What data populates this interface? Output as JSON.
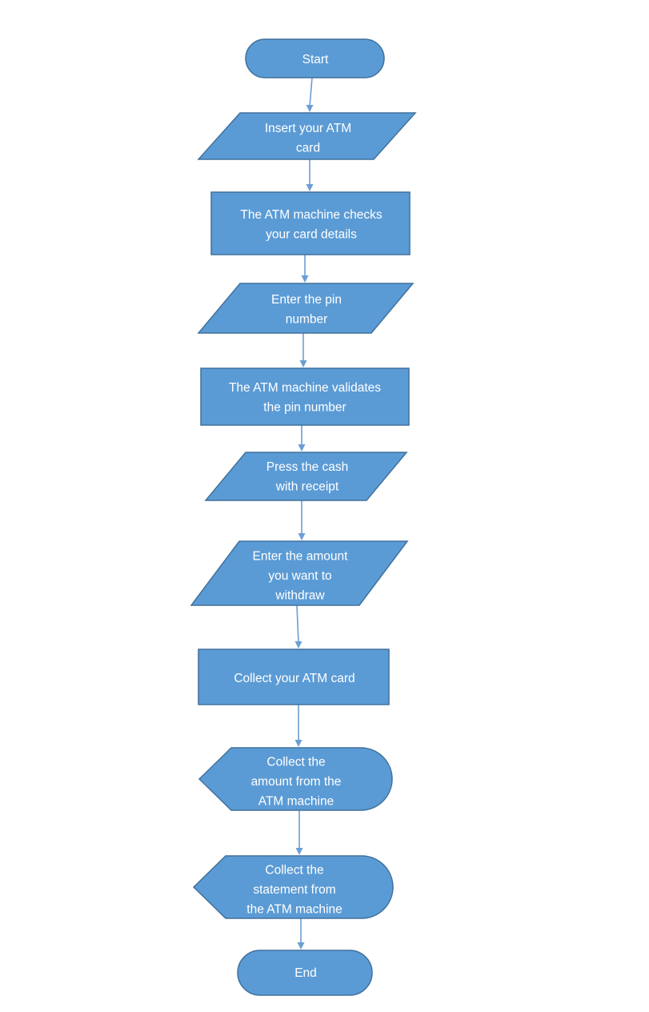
{
  "nodes": [
    {
      "id": "start",
      "shape": "terminator",
      "lines": [
        "Start"
      ]
    },
    {
      "id": "insert-card",
      "shape": "input-output",
      "lines": [
        "Insert your ATM",
        "card"
      ]
    },
    {
      "id": "check-card",
      "shape": "process",
      "lines": [
        "The ATM machine checks",
        "your card details"
      ]
    },
    {
      "id": "enter-pin",
      "shape": "input-output",
      "lines": [
        "Enter the pin",
        "number"
      ]
    },
    {
      "id": "validate-pin",
      "shape": "process",
      "lines": [
        "The ATM machine validates",
        "the pin number"
      ]
    },
    {
      "id": "press-cash",
      "shape": "input-output",
      "lines": [
        "Press the cash",
        "with receipt"
      ]
    },
    {
      "id": "enter-amount",
      "shape": "input-output",
      "lines": [
        "Enter the amount",
        "you want to",
        "withdraw"
      ]
    },
    {
      "id": "collect-card",
      "shape": "process",
      "lines": [
        "Collect your ATM card"
      ]
    },
    {
      "id": "collect-amount",
      "shape": "display",
      "lines": [
        "Collect the",
        "amount from the",
        "ATM machine"
      ]
    },
    {
      "id": "collect-statement",
      "shape": "display",
      "lines": [
        "Collect the",
        "statement from",
        "the ATM machine"
      ]
    },
    {
      "id": "end",
      "shape": "terminator",
      "lines": [
        "End"
      ]
    }
  ],
  "edges": [
    {
      "from": "start",
      "to": "insert-card"
    },
    {
      "from": "insert-card",
      "to": "check-card"
    },
    {
      "from": "check-card",
      "to": "enter-pin"
    },
    {
      "from": "enter-pin",
      "to": "validate-pin"
    },
    {
      "from": "validate-pin",
      "to": "press-cash"
    },
    {
      "from": "press-cash",
      "to": "enter-amount"
    },
    {
      "from": "enter-amount",
      "to": "collect-card"
    },
    {
      "from": "collect-card",
      "to": "collect-amount"
    },
    {
      "from": "collect-amount",
      "to": "collect-statement"
    },
    {
      "from": "collect-statement",
      "to": "end"
    }
  ],
  "colors": {
    "fill": "#5b9bd5",
    "stroke": "#41719c",
    "connector": "#6a9fd4",
    "text": "#ffffff"
  }
}
